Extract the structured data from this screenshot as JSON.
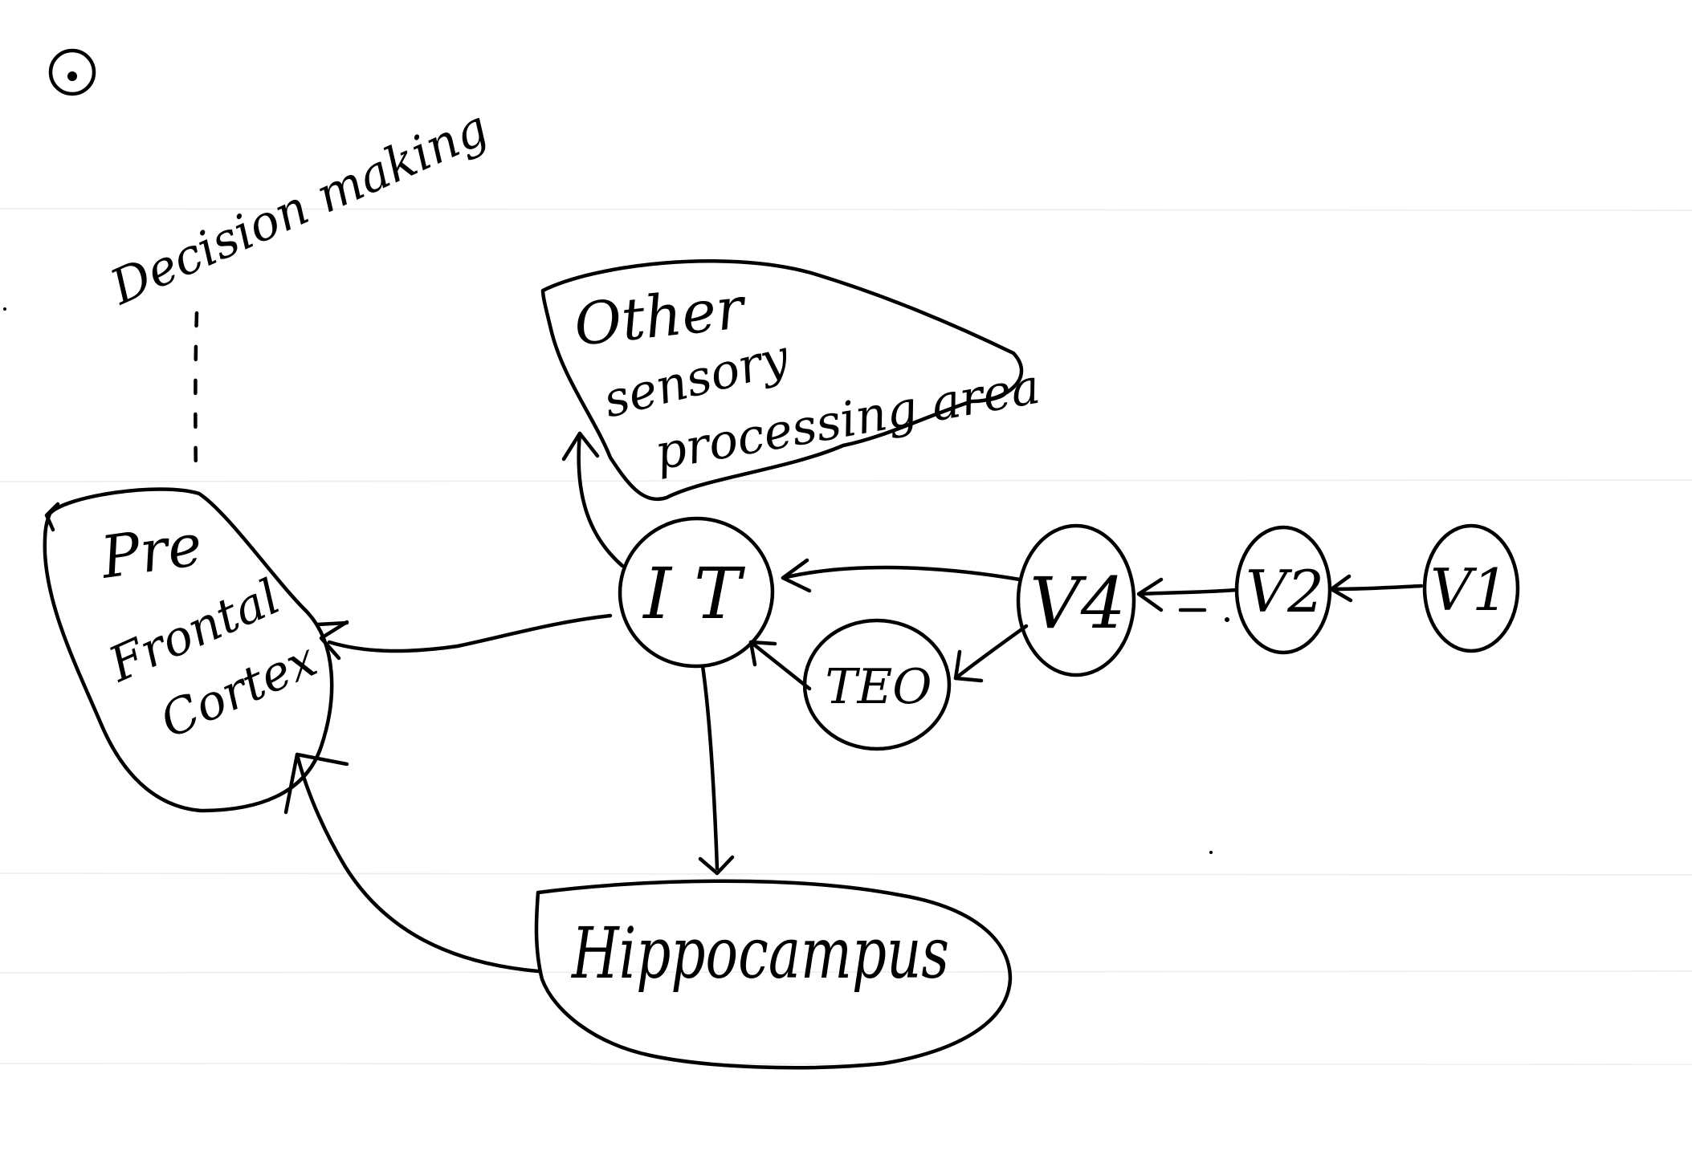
{
  "diagram": {
    "annotation": "Decision making",
    "nodes": {
      "prefrontal": {
        "line1": "Pre",
        "line2": "Frontal",
        "line3": "Cortex"
      },
      "other_sensory": {
        "line1": "Other",
        "line2": "sensory",
        "line3": "processing area"
      },
      "it": {
        "label": "I T"
      },
      "v4": {
        "label": "V4"
      },
      "v2": {
        "label": "V2"
      },
      "v1": {
        "label": "V1"
      },
      "teo": {
        "label": "TEO"
      },
      "hippocampus": {
        "label": "Hippocampus"
      }
    },
    "connections": [
      {
        "from": "V1",
        "to": "V2"
      },
      {
        "from": "V2",
        "to": "V4"
      },
      {
        "from": "V4",
        "to": "IT"
      },
      {
        "from": "V4",
        "to": "TEO"
      },
      {
        "from": "TEO",
        "to": "IT"
      },
      {
        "from": "IT",
        "to": "Other sensory processing area"
      },
      {
        "from": "IT",
        "to": "Pre Frontal Cortex"
      },
      {
        "from": "IT",
        "to": "Hippocampus"
      },
      {
        "from": "Hippocampus",
        "to": "Pre Frontal Cortex"
      },
      {
        "from": "Pre Frontal Cortex",
        "to": "Decision making",
        "style": "dashed"
      }
    ],
    "ink_color": "#000000",
    "paper_color": "#ffffff"
  }
}
